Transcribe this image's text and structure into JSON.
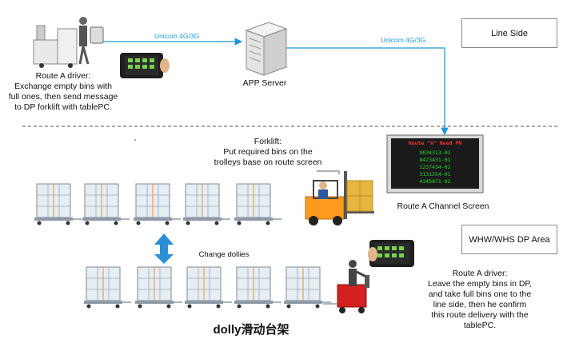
{
  "links": {
    "left": "Unicom 4G/3G",
    "right": "Unicom 4G/3G"
  },
  "server": {
    "label": "APP Server"
  },
  "areas": {
    "line_side": "Line Side",
    "whw_area": "WHW/WHS DP Area"
  },
  "driver_top": {
    "text": "Route A driver:\nExchange empty bins with\nfull ones, then send message\nto DP forklift with tablePC."
  },
  "forklift": {
    "text": "Forklift:\nPut required bins on the\ntrolleys base on route screen"
  },
  "channel_screen": {
    "caption": "Route A Channel Screen",
    "header": "Route \"A\" Need PN",
    "part_numbers": [
      "9834313-01",
      "8473431-01",
      "1237434-02",
      "3131254-01",
      "4345871-02"
    ]
  },
  "change_dollies": "Change dollies",
  "driver_bottom": {
    "text": "Route A driver:\nLeave the empty bins in DP,\nand  take full bins one to the\nline side, then he confirm\nthis route delivery with the\ntablePC."
  },
  "dolly_label": "dolly滑动台架",
  "colors": {
    "link": "#1a9ad6",
    "arrow": "#2a8fd6",
    "cart_frame": "#8f9aa8",
    "bin": "#dfe7ee",
    "bin_stripe": "#e8a25a",
    "forklift_body": "#ff9a1f",
    "tugger": "#d42020",
    "screen_bg": "#1a1a1a",
    "screen_text": "#22e02a",
    "screen_header": "#ff3030"
  }
}
